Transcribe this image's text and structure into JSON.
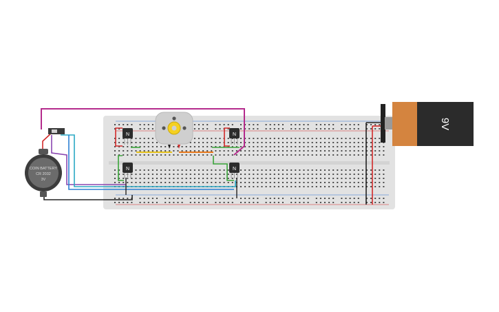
{
  "battery_9v": {
    "label": "9V",
    "body_color": "#2b2b2b",
    "cap_color": "#d4843f"
  },
  "coin_cell": {
    "line1": "COIN BATTERY",
    "line2": "CR 2032",
    "line3": "3V",
    "color": "#6b6b6b"
  },
  "transistors": [
    {
      "label": "N"
    },
    {
      "label": "N"
    },
    {
      "label": "N"
    },
    {
      "label": "N"
    }
  ],
  "colors": {
    "breadboard": "#e2e2e2",
    "rail_red": "#d02020",
    "rail_dark": "#222222",
    "wire_magenta": "#b42a8c",
    "wire_teal": "#2aa8c4",
    "wire_blue": "#2b7fd4",
    "wire_green": "#3aa63a",
    "wire_red": "#d22a2a",
    "wire_orange": "#e8781a",
    "wire_yellow": "#e6c21a",
    "wire_black": "#222222",
    "wire_purple": "#8a46b0"
  }
}
